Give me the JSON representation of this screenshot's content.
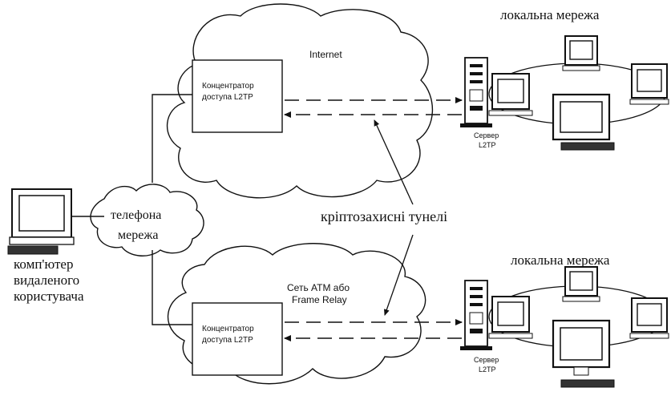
{
  "colors": {
    "ink": "#111111",
    "background": "#ffffff",
    "screen": "#ffffff"
  },
  "labels": {
    "lan_top": "локальна мережа",
    "lan_bottom": "локальна мережа",
    "internet": "Internet",
    "concentrator_top_line1": "Концентратор",
    "concentrator_top_line2": "доступа L2TP",
    "concentrator_bottom_line1": "Концентратор",
    "concentrator_bottom_line2": "доступа L2TP",
    "server_top_line1": "Сервер",
    "server_top_line2": "L2TP",
    "server_bottom_line1": "Сервер",
    "server_bottom_line2": "L2TP",
    "phone_net_line1": "телефона",
    "phone_net_line2": "мережа",
    "tunnels": "кріптозахисні тунелі",
    "atm_line1": "Сеть ATM або",
    "atm_line2": "Frame Relay",
    "remote_pc_line1": "комп'ютер",
    "remote_pc_line2": "видаленого",
    "remote_pc_line3": "користувача"
  },
  "icons": [
    "desktop-computer-icon",
    "server-tower-icon",
    "monitor-icon",
    "keyboard-icon",
    "cloud-icon"
  ]
}
